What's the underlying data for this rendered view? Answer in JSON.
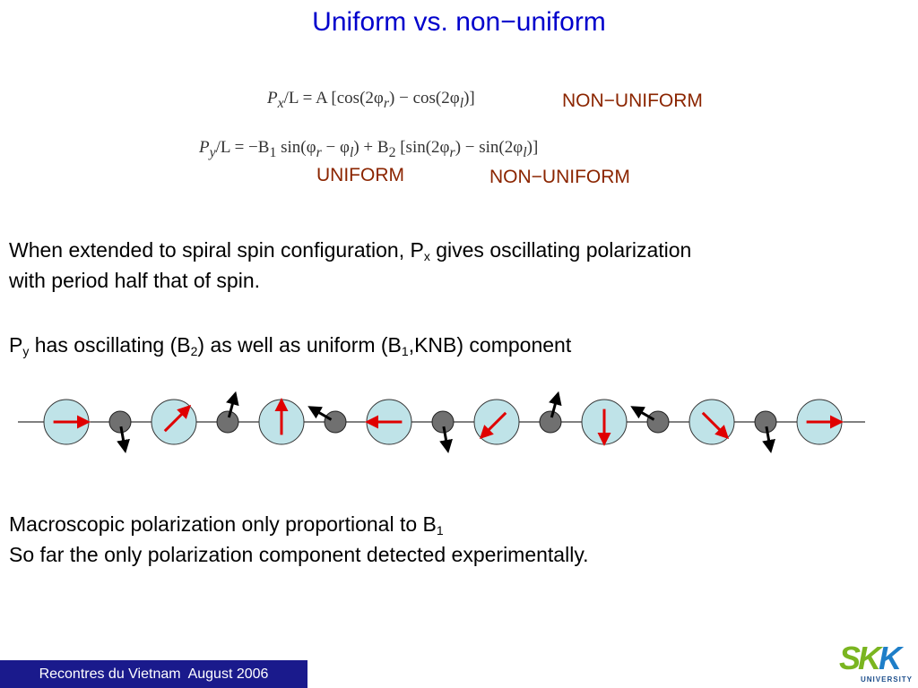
{
  "title": "Uniform vs. non−uniform",
  "equations": {
    "px_lhs": "P",
    "px_sub": "x",
    "px_rest": "/L  =  A [cos(2φ",
    "px_mid": ") − cos(2φ",
    "px_end": ")]",
    "py_lhs": "P",
    "py_sub": "y",
    "py_rest": "/L  =  −B",
    "py_b1": "1",
    "py_mid1": " sin(φ",
    "py_mid2": " − φ",
    "py_mid3": ") + B",
    "py_b2": "2",
    "py_mid4": " [sin(2φ",
    "py_mid5": ") − sin(2φ",
    "py_end": ")]",
    "sub_r": "r",
    "sub_l": "l"
  },
  "labels": {
    "px_nonuniform": "NON−UNIFORM",
    "py_uniform": "UNIFORM",
    "py_nonuniform": "NON−UNIFORM"
  },
  "para1": {
    "line1_a": "When extended to spiral spin configuration, P",
    "line1_sub": "x",
    "line1_b": " gives oscillating polarization",
    "line2": "with period half that of spin."
  },
  "para2": {
    "a": "P",
    "sub_y": "y",
    "b": " has oscillating (B",
    "sub_2": "2",
    "c": ") as well as uniform (B",
    "sub_1": "1",
    "d": ",KNB) component"
  },
  "para3": {
    "line1_a": "Macroscopic polarization only proportional to B",
    "line1_sub": "1",
    "line2": "So far the only polarization component detected experimentally."
  },
  "footer": "Recontres du Vietnam  August 2006",
  "logo": {
    "letters": "SKK",
    "subtitle": "UNIVERSITY"
  },
  "colors": {
    "title": "#0000cc",
    "label": "#8b2500",
    "big_atom_fill": "#bfe3e8",
    "small_atom_fill": "#707070",
    "red_arrow": "#e00000",
    "black_arrow": "#000000",
    "footer_bg": "#1a1a8c"
  },
  "spin_chain": {
    "big_spin_angles_deg": [
      0,
      45,
      90,
      180,
      225,
      270,
      315,
      0
    ],
    "small_moment_angles_deg": [
      -80,
      75,
      150,
      -80,
      75,
      150,
      -80
    ],
    "arrow_colors": {
      "big": "red",
      "small": "black"
    }
  }
}
